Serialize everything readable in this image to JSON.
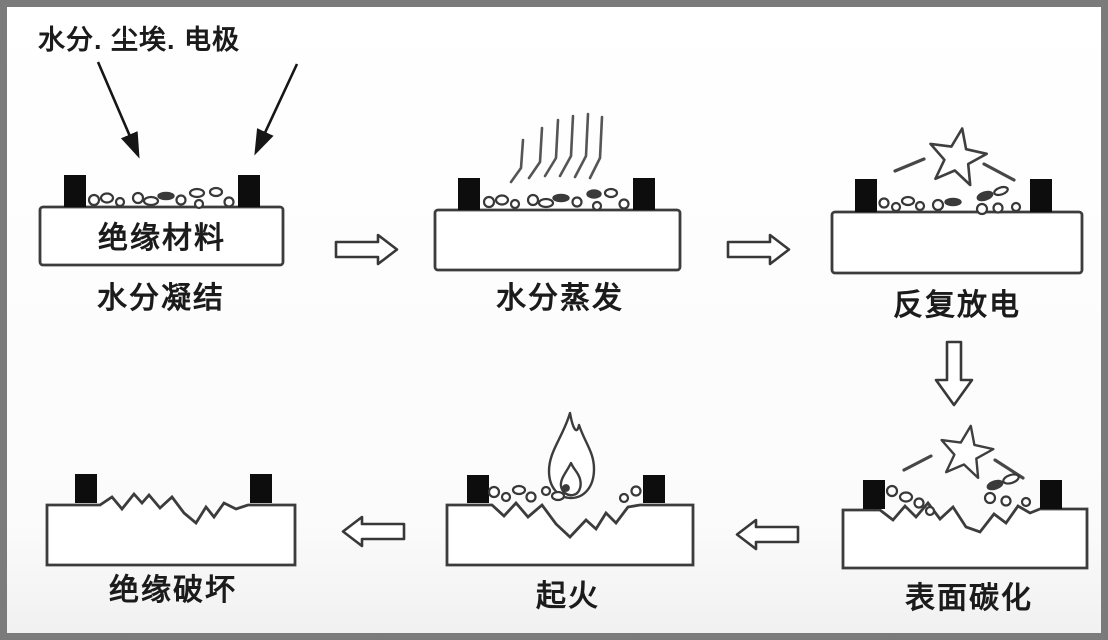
{
  "annotation": {
    "label": "水分. 尘埃. 电极"
  },
  "stages": [
    {
      "name": "moisture-condensation",
      "caption": "水分凝结",
      "board_label": "绝缘材料"
    },
    {
      "name": "moisture-evaporation",
      "caption": "水分蒸发"
    },
    {
      "name": "repeated-discharge",
      "caption": "反复放电"
    },
    {
      "name": "surface-carbonization",
      "caption": "表面碳化"
    },
    {
      "name": "ignition",
      "caption": "起火"
    },
    {
      "name": "insulation-breakdown",
      "caption": "绝缘破坏"
    }
  ],
  "flow_sequence": [
    "水分凝结",
    "水分蒸发",
    "反复放电",
    "表面碳化",
    "起火",
    "绝缘破坏"
  ],
  "colors": {
    "frame": "#7b7b7b",
    "canvas": "#fdfdfd",
    "ink": "#3c3c3c",
    "electrode": "#0d0d0d",
    "text": "#1b1b1b"
  }
}
